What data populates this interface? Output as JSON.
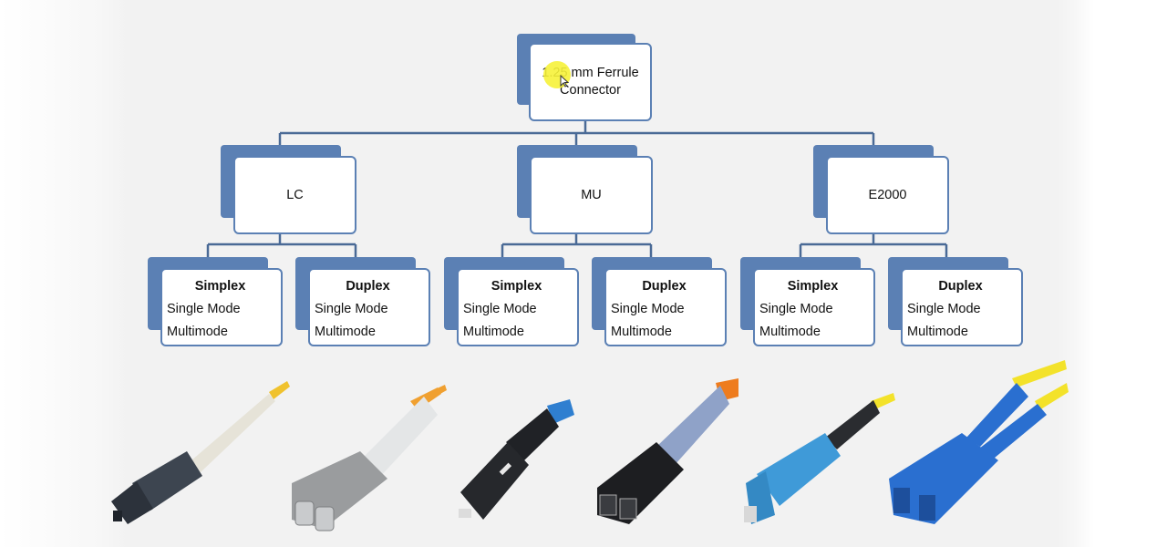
{
  "root": {
    "line1": "1.25 mm Ferrule",
    "line2": "Connector"
  },
  "types": [
    {
      "label": "LC",
      "simplex": {
        "title": "Simplex",
        "mode1": "Single Mode",
        "mode2": "Multimode"
      },
      "duplex": {
        "title": "Duplex",
        "mode1": "Single Mode",
        "mode2": "Multimode"
      }
    },
    {
      "label": "MU",
      "simplex": {
        "title": "Simplex",
        "mode1": "Single Mode",
        "mode2": "Multimode"
      },
      "duplex": {
        "title": "Duplex",
        "mode1": "Single Mode",
        "mode2": "Multimode"
      }
    },
    {
      "label": "E2000",
      "simplex": {
        "title": "Simplex",
        "mode1": "Single Mode",
        "mode2": "Multimode"
      },
      "duplex": {
        "title": "Duplex",
        "mode1": "Single Mode",
        "mode2": "Multimode"
      }
    }
  ],
  "colors": {
    "box_border": "#5b80b4",
    "connector_line": "#4a6a96",
    "pointer_highlight": "#f6f23a"
  },
  "photos": [
    {
      "name": "lc-simplex-connector-photo",
      "boot": "#3d4550",
      "body": "#e6e3d8",
      "cable": "#f0c22e"
    },
    {
      "name": "lc-duplex-connector-photo",
      "boot": "#9a9c9e",
      "body": "#e4e6e7",
      "cable": "#f0a030"
    },
    {
      "name": "mu-simplex-connector-photo",
      "boot": "#202226",
      "body": "#26282c",
      "cable": "#2f7fd0"
    },
    {
      "name": "mu-duplex-connector-photo",
      "boot": "#1d1e21",
      "body": "#8fa2c8",
      "cable": "#ee7c1e"
    },
    {
      "name": "e2000-simplex-connector-photo",
      "boot": "#3f9ad8",
      "body": "#2a2c30",
      "cable": "#f3e22a"
    },
    {
      "name": "e2000-duplex-connector-photo",
      "boot": "#2a6fd0",
      "body": "#2a6fd0",
      "cable": "#f3e22a"
    }
  ]
}
